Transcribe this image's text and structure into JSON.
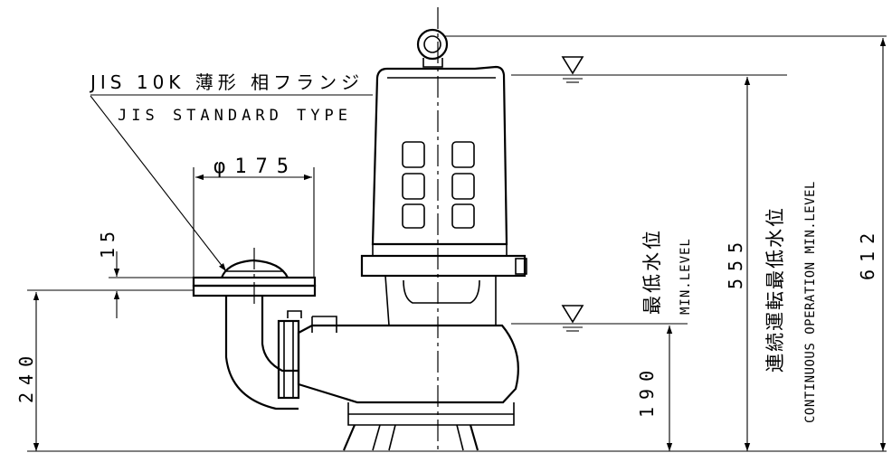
{
  "callout": {
    "flange_jp": "JIS 10K 薄形 相フランジ",
    "flange_en": "JIS STANDARD TYPE"
  },
  "dimensions": {
    "diameter": "φ175",
    "flange_thickness": "15",
    "discharge_height": "240",
    "min_level_height": "190",
    "continuous_level_height": "555",
    "overall_height": "612"
  },
  "levels": {
    "min_jp": "最低水位",
    "min_en": "MIN.LEVEL",
    "continuous_jp": "連続運転最低水位",
    "continuous_en": "CONTINUOUS OPERATION MIN.LEVEL"
  }
}
